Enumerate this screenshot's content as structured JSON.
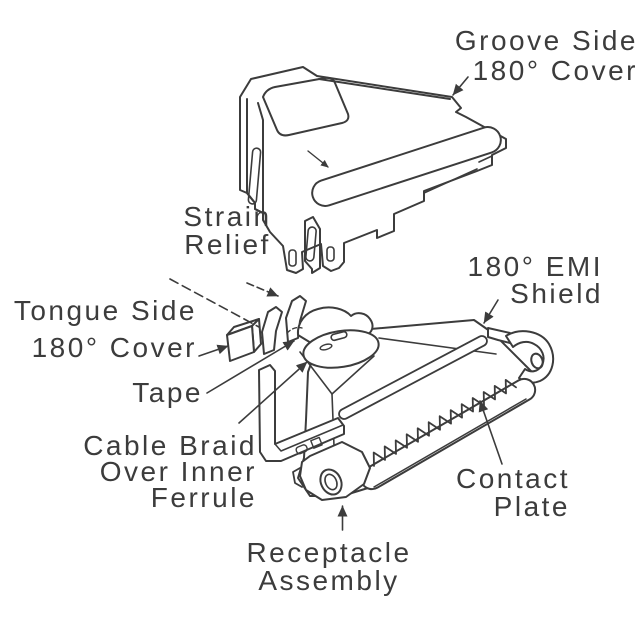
{
  "figure": {
    "kind": "exploded assembly line diagram",
    "background_color": "#ffffff",
    "line_color": "#3c3c3c",
    "text_color": "#3c3c3c"
  },
  "labels": {
    "groove_side_cover": {
      "lines": [
        "Groove Side",
        "180° Cover"
      ]
    },
    "strain_relief": {
      "lines": [
        "Strain",
        "Relief"
      ]
    },
    "emi_shield": {
      "lines": [
        "180° EMI",
        "Shield"
      ]
    },
    "tongue_side_cover": {
      "lines": [
        "Tongue Side",
        "180° Cover"
      ]
    },
    "tape": {
      "lines": [
        "Tape"
      ]
    },
    "cable_braid": {
      "lines": [
        "Cable Braid",
        "Over Inner",
        "Ferrule"
      ]
    },
    "contact_plate": {
      "lines": [
        "Contact",
        "Plate"
      ]
    },
    "receptacle_assembly": {
      "lines": [
        "Receptacle",
        "Assembly"
      ]
    }
  }
}
